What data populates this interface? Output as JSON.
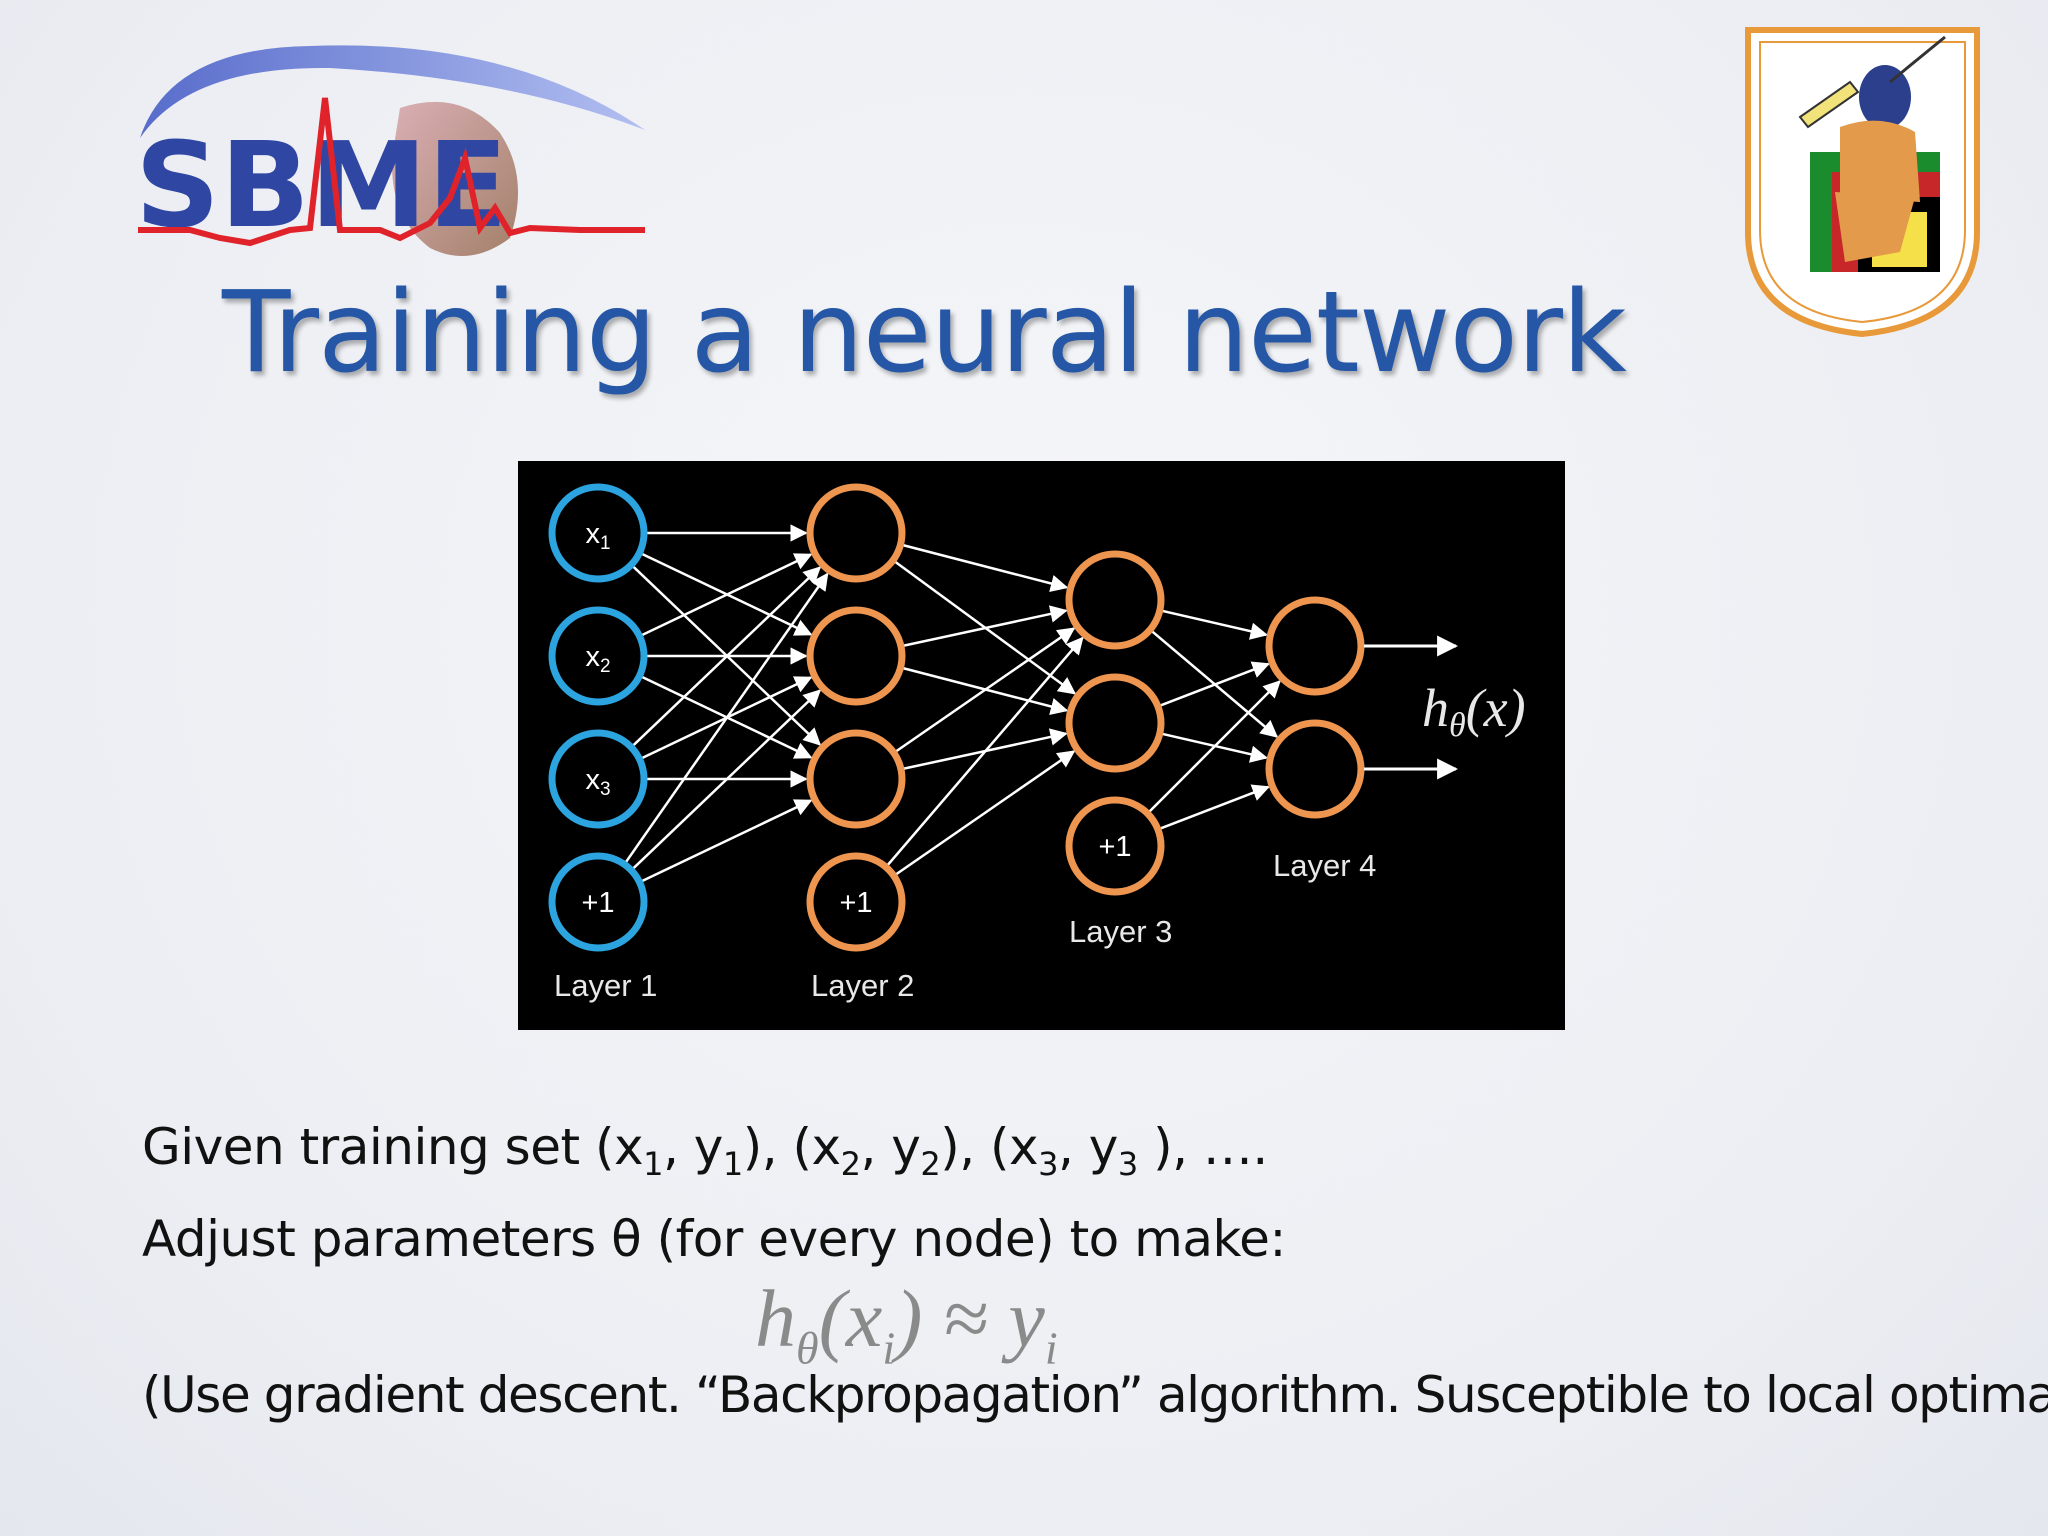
{
  "logos": {
    "left": {
      "text": "SBME",
      "icon": "sbme-ecg-heart-logo",
      "colors": {
        "blue": "#2f47a3",
        "red": "#e0232a",
        "arc": "#5b73d6"
      }
    },
    "right": {
      "icon": "cairo-university-thoth-emblem",
      "colors": {
        "border": "#e89a3a",
        "green": "#1a8c2e",
        "red": "#c8272a",
        "yellow": "#f5e04a"
      }
    }
  },
  "title": "Training a neural network",
  "figure": {
    "input_nodes": [
      "x1",
      "x2",
      "x3",
      "+1"
    ],
    "layer2_bias": "+1",
    "layer3_bias": "+1",
    "layer_labels": [
      "Layer 1",
      "Layer 2",
      "Layer 3",
      "Layer 4"
    ],
    "output_label": "hθ(x)",
    "colors": {
      "input": "#2ba4e0",
      "hidden": "#ee9550",
      "edges": "#ffffff",
      "background": "#000000"
    }
  },
  "body": {
    "given_prefix": "Given training set (x",
    "sub1": "1",
    "comma_y": ", y",
    "sub1b": "1",
    "pair2_prefix": "), (x",
    "sub2": "2",
    "sub2b": "2",
    "pair3_prefix": "), (x",
    "sub3": "3",
    "sub3b": "3",
    "ending": " ), ….",
    "adjust": "Adjust parameters θ (for every node) to make:",
    "formula_h": "h",
    "formula_theta": "θ",
    "formula_mid": "(x",
    "formula_i": "i",
    "formula_end": ") ≈ y",
    "formula_i2": "i",
    "use": "(Use gradient descent. “Backpropagation” algorithm. Susceptible to local optima.)"
  }
}
